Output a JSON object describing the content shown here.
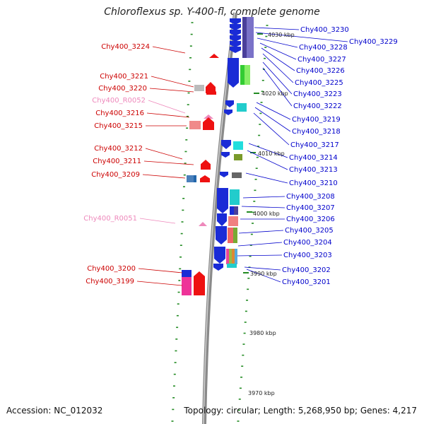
{
  "title": "Chloroflexus sp. Y-400-fl, complete genome",
  "accession": "Accession: NC_012032",
  "topology": "Topology: circular; Length: 5,268,950 bp; Genes: 4,217",
  "colors": {
    "left_label": "#cc0000",
    "right_label": "#0000cc",
    "rna_label": "#ee88bb",
    "tick_green": "#228b22",
    "backbone": "#888888"
  },
  "kbp_labels": [
    "4030 kbp",
    "4020 kbp",
    "4010 kbp",
    "4000 kbp",
    "3990 kbp",
    "3980 kbp",
    "3970 kbp"
  ],
  "left_labels": [
    {
      "text": "Chy400_3224",
      "kind": "gene"
    },
    {
      "text": "Chy400_3221",
      "kind": "gene"
    },
    {
      "text": "Chy400_3220",
      "kind": "gene"
    },
    {
      "text": "Chy400_R0052",
      "kind": "rna"
    },
    {
      "text": "Chy400_3216",
      "kind": "gene"
    },
    {
      "text": "Chy400_3215",
      "kind": "gene"
    },
    {
      "text": "Chy400_3212",
      "kind": "gene"
    },
    {
      "text": "Chy400_3211",
      "kind": "gene"
    },
    {
      "text": "Chy400_3209",
      "kind": "gene"
    },
    {
      "text": "Chy400_R0051",
      "kind": "rna"
    },
    {
      "text": "Chy400_3200",
      "kind": "gene"
    },
    {
      "text": "Chy400_3199",
      "kind": "gene"
    }
  ],
  "right_labels": [
    {
      "text": "Chy400_3230"
    },
    {
      "text": "Chy400_3229"
    },
    {
      "text": "Chy400_3228"
    },
    {
      "text": "Chy400_3227"
    },
    {
      "text": "Chy400_3226"
    },
    {
      "text": "Chy400_3225"
    },
    {
      "text": "Chy400_3223"
    },
    {
      "text": "Chy400_3222"
    },
    {
      "text": "Chy400_3219"
    },
    {
      "text": "Chy400_3218"
    },
    {
      "text": "Chy400_3217"
    },
    {
      "text": "Chy400_3214"
    },
    {
      "text": "Chy400_3213"
    },
    {
      "text": "Chy400_3210"
    },
    {
      "text": "Chy400_3208"
    },
    {
      "text": "Chy400_3207"
    },
    {
      "text": "Chy400_3206"
    },
    {
      "text": "Chy400_3205"
    },
    {
      "text": "Chy400_3204"
    },
    {
      "text": "Chy400_3203"
    },
    {
      "text": "Chy400_3202"
    },
    {
      "text": "Chy400_3201"
    }
  ]
}
